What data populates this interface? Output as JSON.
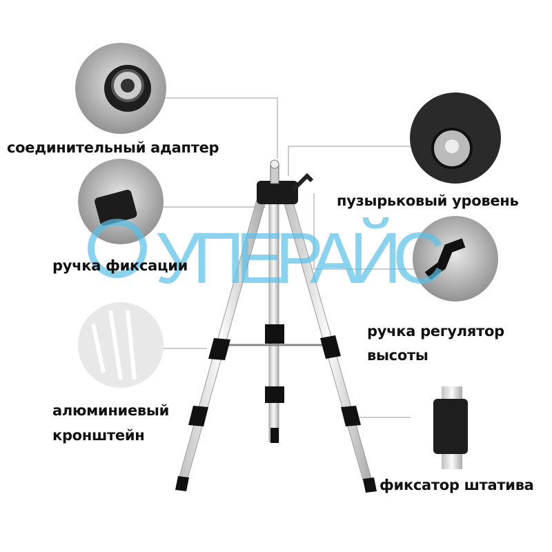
{
  "watermark": {
    "text": "УПЕРАЙС",
    "icon": "gear-icon",
    "color": "#5bc0e8"
  },
  "labels": {
    "adapter": "соединительный адаптер",
    "bubble_level": "пузырьковый уровень",
    "lock_handle": "ручка фиксации",
    "height_handle_line1": "ручка регулятор",
    "height_handle_line2": "высоты",
    "aluminum_line1": "алюминиевый",
    "aluminum_line2": "кронштейн",
    "leg_lock": "фиксатор штатива"
  }
}
